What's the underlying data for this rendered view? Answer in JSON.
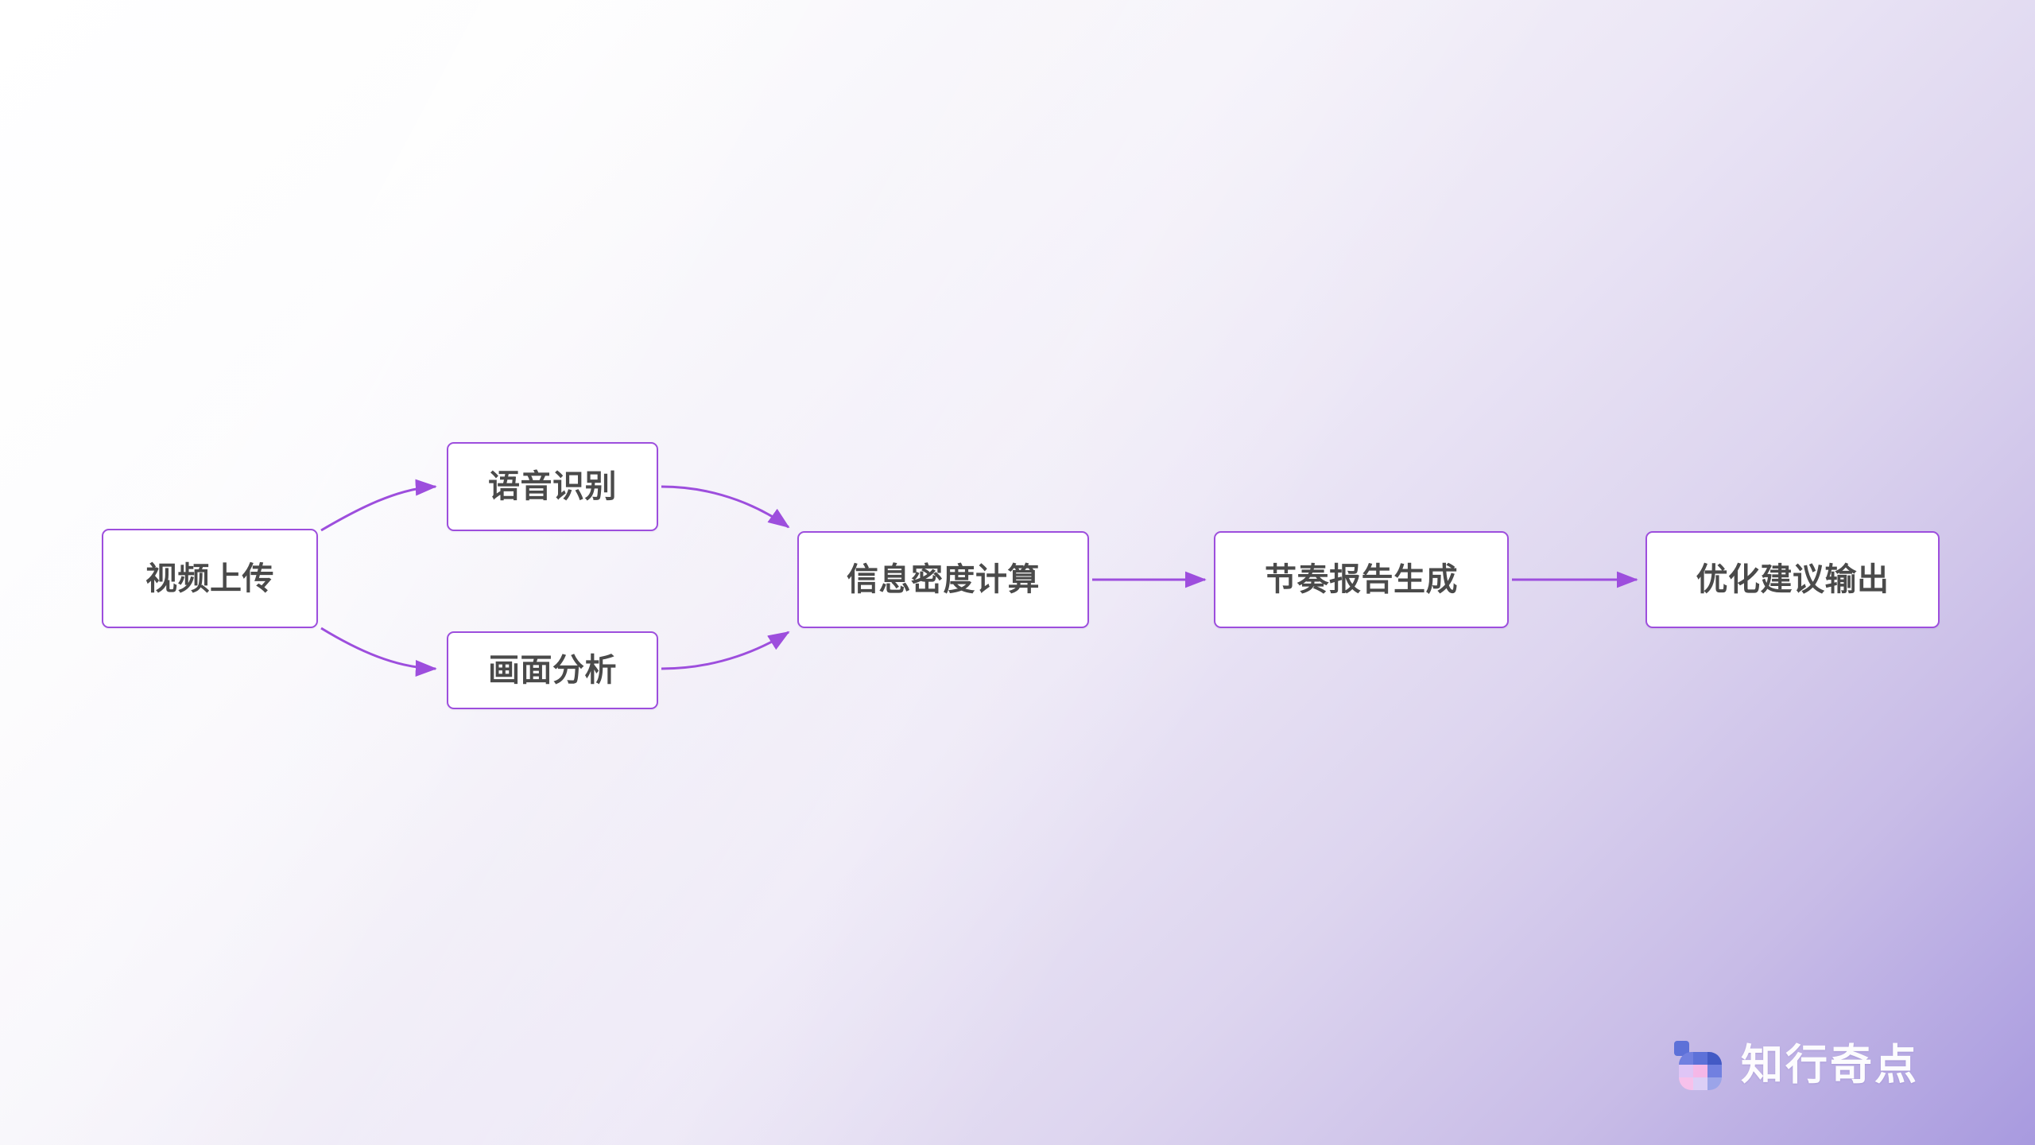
{
  "diagram": {
    "type": "flowchart",
    "orientation": "left-to-right",
    "nodes": [
      {
        "id": "upload",
        "label": "视频上传",
        "shape": "rounded-rect"
      },
      {
        "id": "asr",
        "label": "语音识别",
        "shape": "rounded-rect"
      },
      {
        "id": "visual",
        "label": "画面分析",
        "shape": "rounded-rect"
      },
      {
        "id": "density",
        "label": "信息密度计算",
        "shape": "rounded-rect"
      },
      {
        "id": "report",
        "label": "节奏报告生成",
        "shape": "rounded-rect"
      },
      {
        "id": "output",
        "label": "优化建议输出",
        "shape": "rounded-rect"
      }
    ],
    "edges": [
      {
        "from": "upload",
        "to": "asr",
        "style": "curved",
        "arrow": "end"
      },
      {
        "from": "upload",
        "to": "visual",
        "style": "curved",
        "arrow": "end"
      },
      {
        "from": "asr",
        "to": "density",
        "style": "curved",
        "arrow": "end"
      },
      {
        "from": "visual",
        "to": "density",
        "style": "curved",
        "arrow": "end"
      },
      {
        "from": "density",
        "to": "report",
        "style": "straight",
        "arrow": "end"
      },
      {
        "from": "report",
        "to": "output",
        "style": "straight",
        "arrow": "end"
      }
    ]
  },
  "colors": {
    "node_border": "#9d4edd",
    "node_fill": "#ffffff",
    "node_text": "#4a4a4a",
    "edge": "#9d4edd",
    "background_start": "#ffffff",
    "background_end": "#a89adf",
    "watermark_text": "#ffffff"
  },
  "watermark": {
    "brand": "知行奇点",
    "logo_icon": "brand-mark-icon",
    "logo_tiles": [
      {
        "color": "#5a6fd8"
      },
      {
        "color": "#5a6fd8"
      },
      {
        "color": "#3f57c4"
      },
      {
        "color": "#e0c6f7"
      },
      {
        "color": "#f7b8e8"
      },
      {
        "color": "#6f7fe0"
      },
      {
        "color": "#f9c2ec"
      },
      {
        "color": "#ddd0f7"
      },
      {
        "color": "#9aa4ea"
      }
    ]
  }
}
